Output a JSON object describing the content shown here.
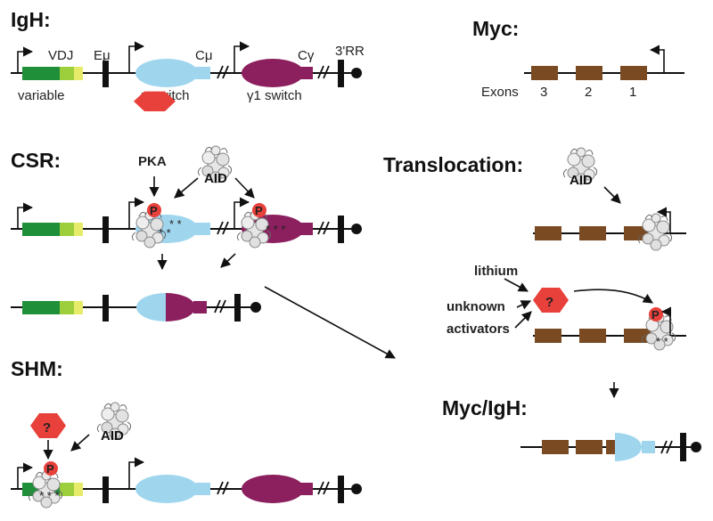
{
  "titles": {
    "igh": "IgH:",
    "myc": "Myc:",
    "csr": "CSR:",
    "translocation": "Translocation:",
    "shm": "SHM:",
    "myc_igh": "Myc/IgH:"
  },
  "igh_labels": {
    "vdj": "VDJ",
    "emu": "Eμ",
    "cmu": "Cμ",
    "cgamma": "Cγ",
    "rr3": "3'RR",
    "variable": "variable",
    "mu_switch": "μ switch",
    "g1_switch": "γ1 switch"
  },
  "myc_labels": {
    "exons": "Exons",
    "exon3": "3",
    "exon2": "2",
    "exon1": "1"
  },
  "factors": {
    "pka": "PKA",
    "aid": "AID",
    "unknown": "?",
    "p": "P"
  },
  "activators": {
    "lithium": "lithium",
    "unknown": "unknown",
    "activators": "activators"
  },
  "colors": {
    "variable_green": "#1f8f3a",
    "variable_light": "#b8d94a",
    "mu_switch": "#9fd6ee",
    "g1_switch": "#8c1f5e",
    "exon_brown": "#7a4a22",
    "factor_red": "#e8403a"
  }
}
